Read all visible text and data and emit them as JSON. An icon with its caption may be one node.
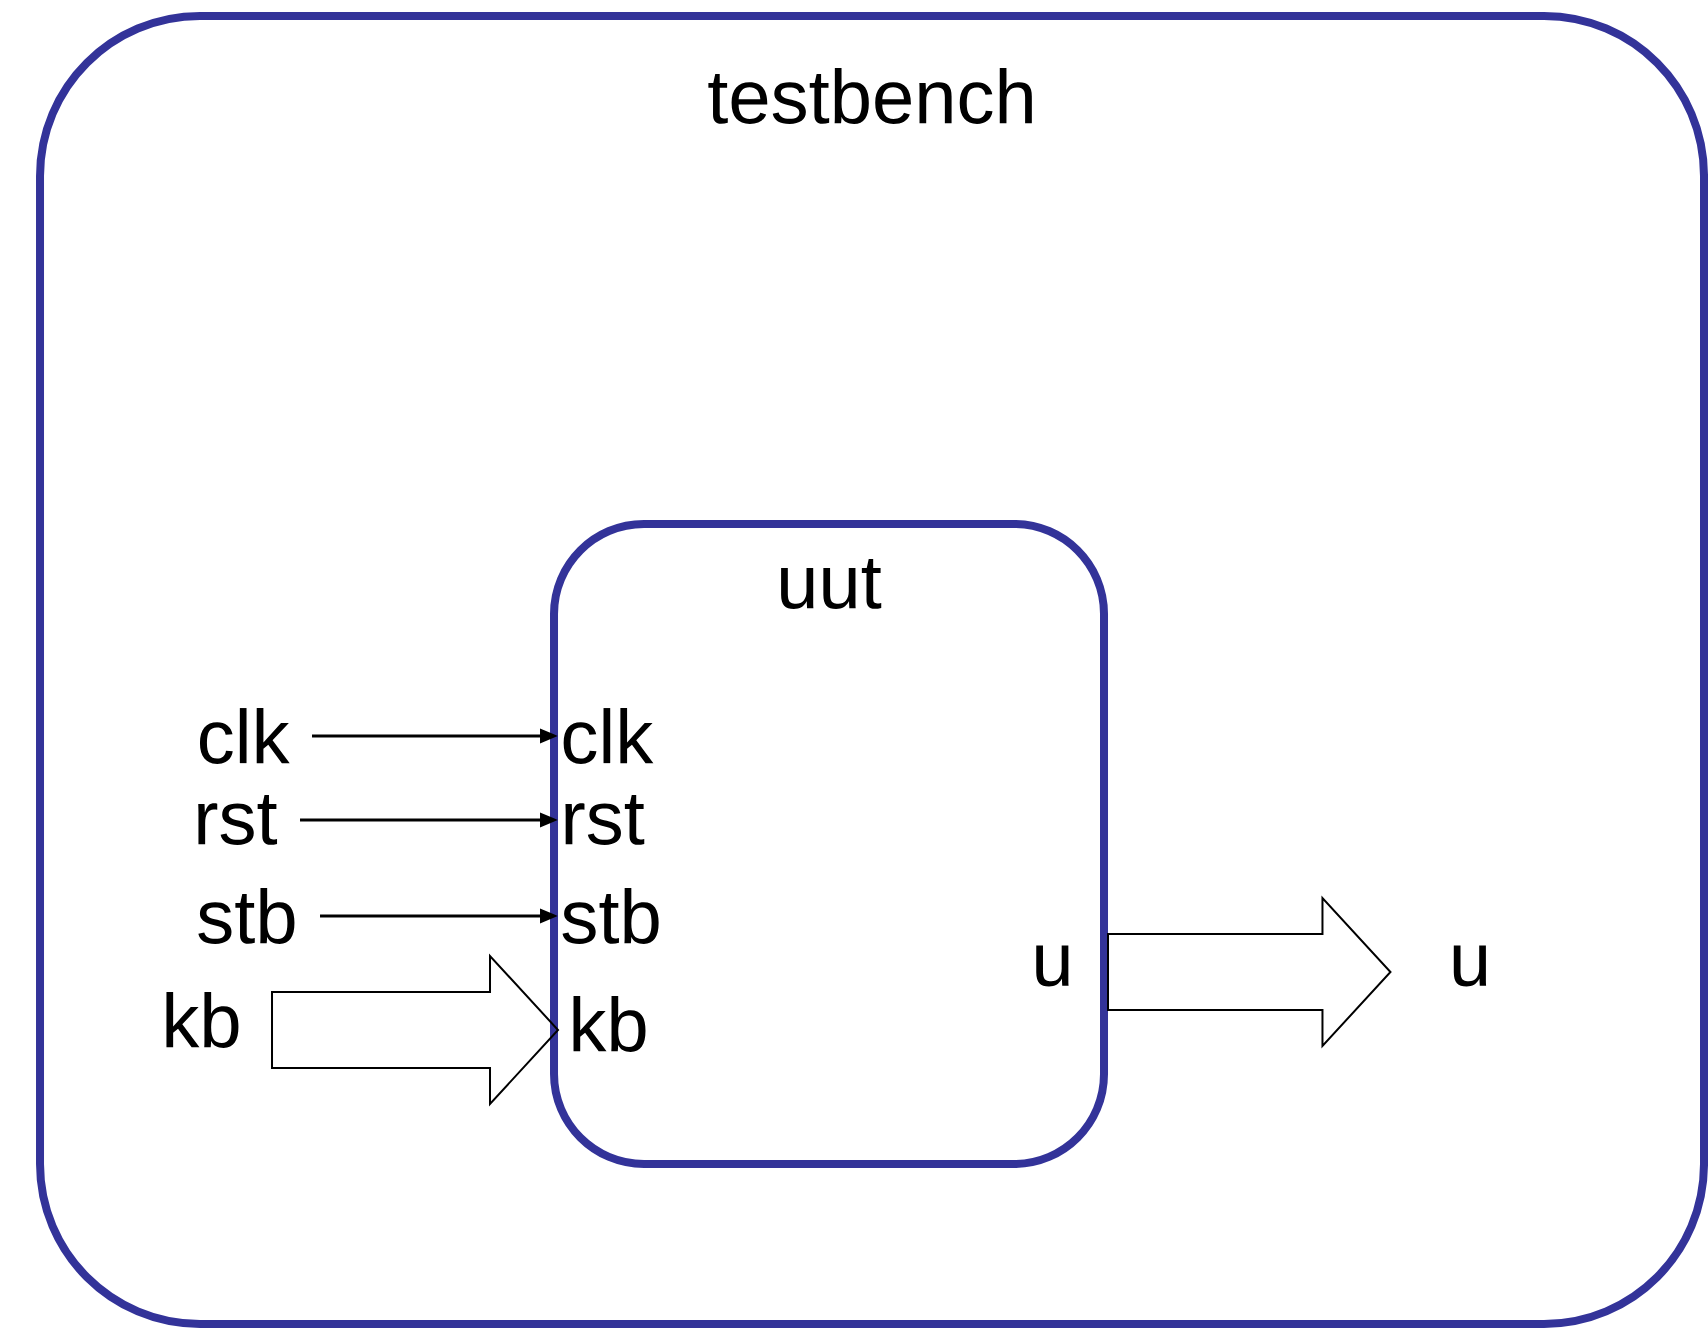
{
  "diagram": {
    "nodes": [
      {
        "text": [
          "testbench"
        ]
      },
      {
        "text": [
          "uut"
        ],
        "in": 0
      },
      {
        "text": [
          "clk"
        ],
        "in": 0
      },
      {
        "text": [
          "rst"
        ],
        "in": 0
      },
      {
        "text": [
          "stb"
        ],
        "in": 0
      },
      {
        "text": [
          "kb"
        ],
        "in": 0
      },
      {
        "text": [
          "clk"
        ],
        "in": 1
      },
      {
        "text": [
          "rst"
        ],
        "in": 1
      },
      {
        "text": [
          "stb"
        ],
        "in": 1
      },
      {
        "text": [
          "kb"
        ],
        "in": 1
      },
      {
        "text": [
          "u"
        ],
        "in": 1
      },
      {
        "text": [
          "u"
        ],
        "in": 0
      }
    ],
    "edges": [
      {
        "from": 2,
        "to": 6,
        "arrow": "to"
      },
      {
        "from": 3,
        "to": 7,
        "arrow": "to"
      },
      {
        "from": 4,
        "to": 8,
        "arrow": "to"
      },
      {
        "from": 5,
        "to": 9,
        "arrow": "to",
        "style": "thick"
      },
      {
        "from": 1,
        "to": 11,
        "arrow": "to",
        "style": "thick"
      }
    ]
  }
}
